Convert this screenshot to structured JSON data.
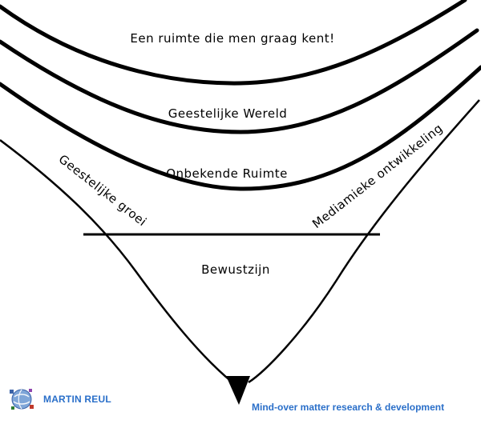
{
  "diagram": {
    "labels": {
      "top_band": "Een ruimte die men graag kent!",
      "second_band": "Geestelijke Wereld",
      "third_band": "Onbekende Ruimte",
      "left_edge": "Geestelijke groei",
      "right_edge": "Mediamieke ontwikkeling",
      "inner": "Bewustzijn"
    }
  },
  "footer": {
    "author": "MARTIN REUL",
    "tagline": "Mind-over matter research & development",
    "logo_icon": "globe-logo-icon",
    "accent_color": "#2a6fc9"
  }
}
